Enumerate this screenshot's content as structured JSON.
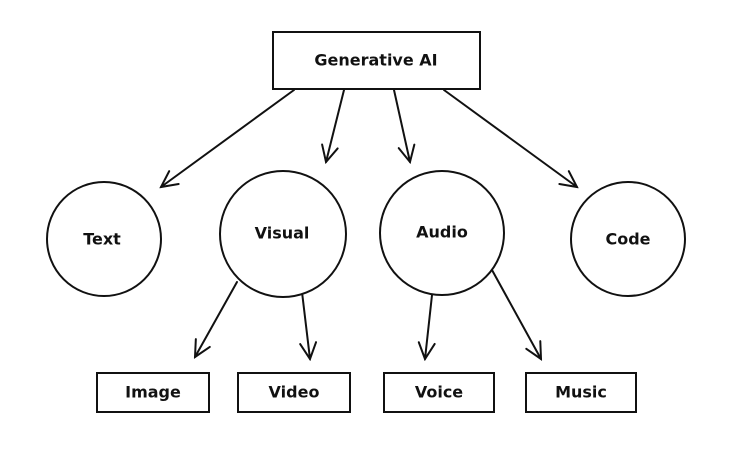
{
  "diagram": {
    "root": "Generative AI",
    "categories": [
      "Text",
      "Visual",
      "Audio",
      "Code"
    ],
    "subcategories": {
      "visual": [
        "Image",
        "Video"
      ],
      "audio": [
        "Voice",
        "Music"
      ]
    }
  },
  "colors": {
    "stroke": "#111111",
    "fill": "#ffffff",
    "text": "#111111"
  }
}
